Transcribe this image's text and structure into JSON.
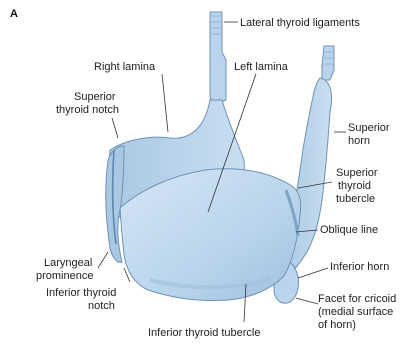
{
  "figure": {
    "panel_letter": "A",
    "colors": {
      "cartilage_fill": "#b9d4ec",
      "cartilage_light": "#d6e6f4",
      "cartilage_shadow": "#8fb3d4",
      "outline": "#6e93b6",
      "leader_line": "#333333",
      "label_text": "#222222"
    },
    "labels": {
      "lateral_thyroid_ligaments": "Lateral thyroid ligaments",
      "right_lamina": "Right lamina",
      "left_lamina": "Left lamina",
      "superior_thyroid_notch_line1": "Superior",
      "superior_thyroid_notch_line2": "thyroid notch",
      "superior_horn_line1": "Superior",
      "superior_horn_line2": "horn",
      "superior_thyroid_tubercle_line1": "Superior",
      "superior_thyroid_tubercle_line2": "thyroid",
      "superior_thyroid_tubercle_line3": "tubercle",
      "oblique_line": "Oblique line",
      "laryngeal_prominence_line1": "Laryngeal",
      "laryngeal_prominence_line2": "prominence",
      "inferior_horn": "Inferior horn",
      "facet_line1": "Facet for cricoid",
      "facet_line2": "(medial surface",
      "facet_line3": "of horn)",
      "inferior_thyroid_notch_line1": "Inferior thyroid",
      "inferior_thyroid_notch_line2": "notch",
      "inferior_thyroid_tubercle": "Inferior thyroid tubercle"
    }
  }
}
